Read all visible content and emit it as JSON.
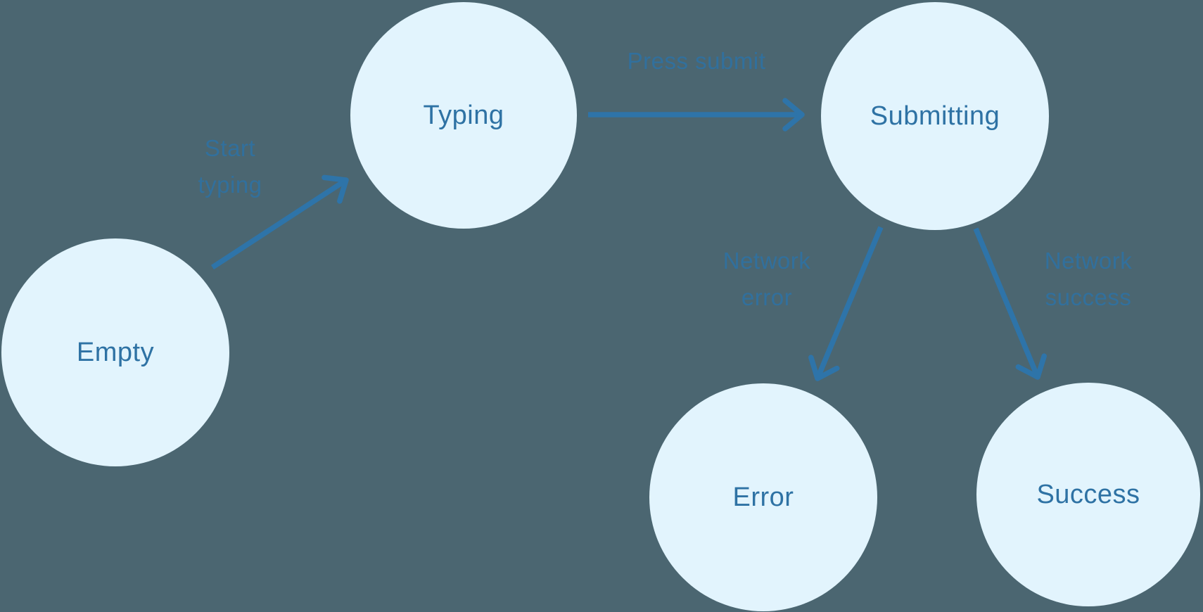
{
  "diagram": {
    "type": "state-machine",
    "colors": {
      "background": "#4B6671",
      "node_fill": "#E2F4FD",
      "node_text": "#2E72A4",
      "arrow": "#2E74A9",
      "edge_label_text": "#2E72A4"
    },
    "nodes": [
      {
        "id": "empty",
        "label": "Empty"
      },
      {
        "id": "typing",
        "label": "Typing"
      },
      {
        "id": "submitting",
        "label": "Submitting"
      },
      {
        "id": "error",
        "label": "Error"
      },
      {
        "id": "success",
        "label": "Success"
      }
    ],
    "edges": [
      {
        "from": "Empty",
        "to": "Typing",
        "label": "Start typing"
      },
      {
        "from": "Typing",
        "to": "Submitting",
        "label": "Press submit"
      },
      {
        "from": "Submitting",
        "to": "Error",
        "label": "Network error"
      },
      {
        "from": "Submitting",
        "to": "Success",
        "label": "Network success"
      }
    ]
  }
}
